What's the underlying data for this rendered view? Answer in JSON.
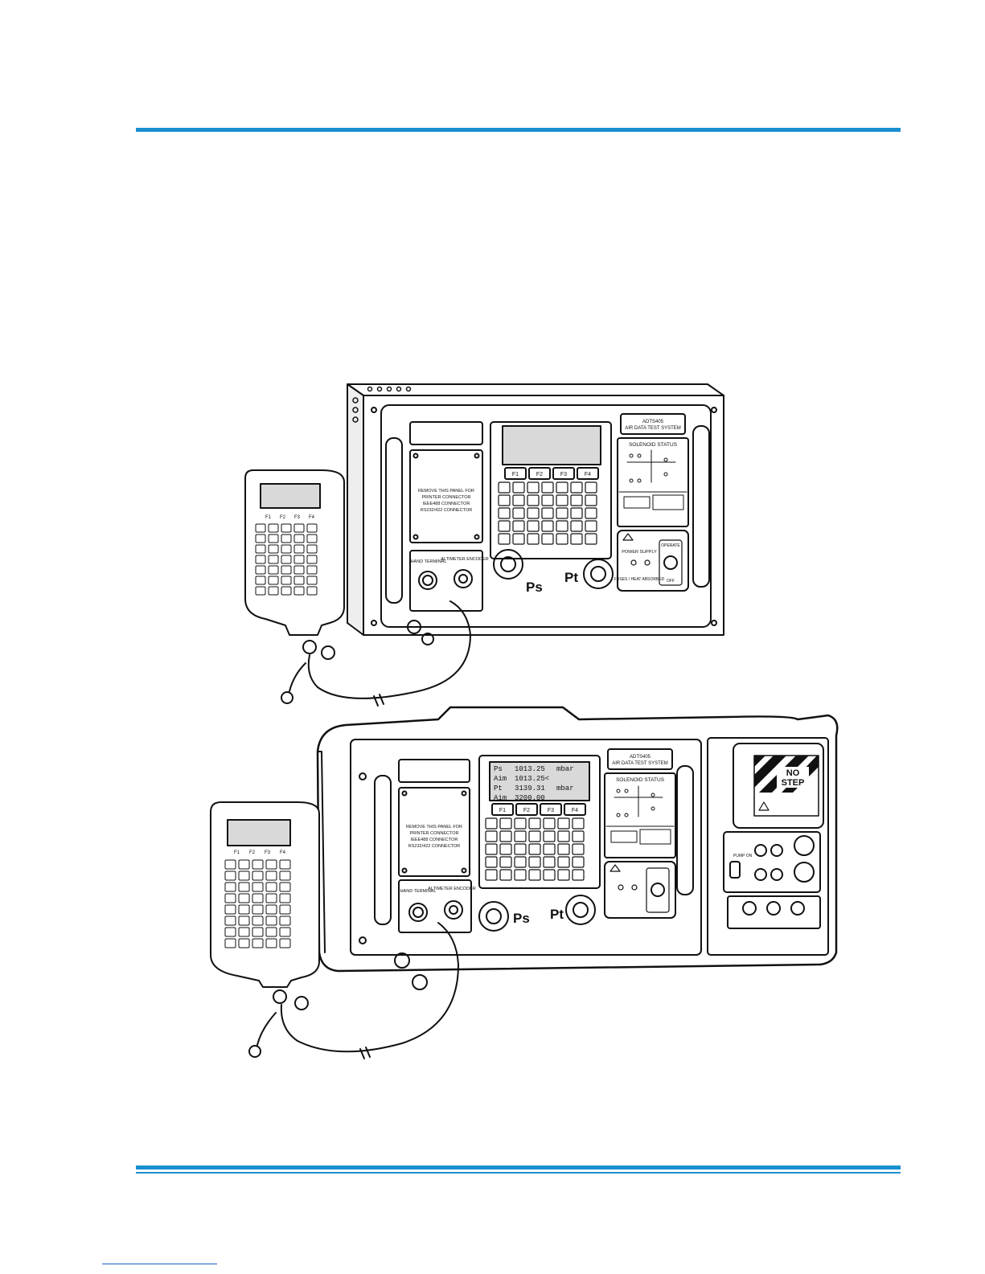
{
  "colors": {
    "accent": "#1a8fd0",
    "ink": "#111111",
    "lcd_bg": "#d9d9d9"
  },
  "upper_unit": {
    "nameplate": "ADTS405",
    "nameplate_sub": "AIR DATA TEST SYSTEM",
    "solenoid_title": "SOLENOID STATUS",
    "access_panel": [
      "REMOVE THIS PANEL FOR",
      "PRINTER CONNECTOR",
      "IEEE488 CONNECTOR",
      "RS232/422 CONNECTOR"
    ],
    "port_labels": [
      "HAND TERMINAL",
      "ALTIMETER ENCODER"
    ],
    "fkeys": [
      "F1",
      "F2",
      "F3",
      "F4"
    ],
    "power_title": "POWER SUPPLY",
    "fuse_label": "FUSES / HEAT ABSORBED",
    "operate_label": "OPERATE",
    "off_label": "OFF",
    "ps_label": "Ps",
    "pt_label": "Pt"
  },
  "lower_unit": {
    "nameplate": "ADTS405",
    "nameplate_sub": "AIR DATA TEST SYSTEM",
    "solenoid_title": "SOLENOID STATUS",
    "access_panel": [
      "REMOVE THIS PANEL FOR",
      "PRINTER CONNECTOR",
      "IEEE488 CONNECTOR",
      "RS232/422 CONNECTOR"
    ],
    "port_labels": [
      "HAND TERMINAL",
      "ALTIMETER ENCODER"
    ],
    "fkeys": [
      "F1",
      "F2",
      "F3",
      "F4"
    ],
    "lcd_lines": [
      {
        "label": "Ps",
        "value": "1013.25",
        "unit": "mbar"
      },
      {
        "label": "Aim",
        "value": "1013.25<",
        "unit": ""
      },
      {
        "label": "Pt",
        "value": "3139.31",
        "unit": "mbar"
      },
      {
        "label": "Aim",
        "value": "3200.00",
        "unit": ""
      }
    ],
    "ps_label": "Ps",
    "pt_label": "Pt",
    "no_step": [
      "NO",
      "STEP"
    ],
    "pump_label": "PUMP ON"
  },
  "hand_terminal": {
    "fkeys": [
      "F1",
      "F2",
      "F3",
      "F4"
    ]
  }
}
